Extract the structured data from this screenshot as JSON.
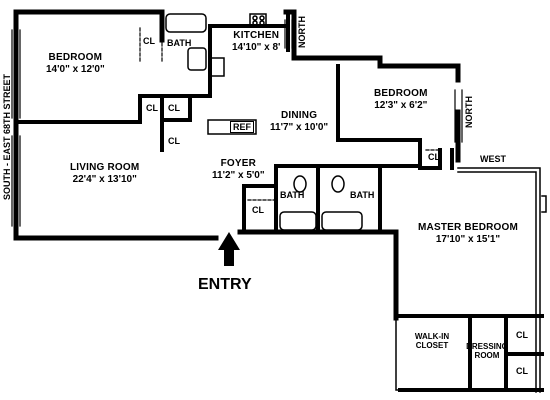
{
  "rooms": {
    "bedroom1": {
      "name": "BEDROOM",
      "dims": "14'0\" x 12'0\""
    },
    "kitchen": {
      "name": "KITCHEN",
      "dims": "14'10\" x 8'"
    },
    "bedroom2": {
      "name": "BEDROOM",
      "dims": "12'3\" x 6'2\""
    },
    "dining": {
      "name": "DINING",
      "dims": "11'7\" x 10'0\""
    },
    "living": {
      "name": "LIVING ROOM",
      "dims": "22'4\" x 13'10\""
    },
    "foyer": {
      "name": "FOYER",
      "dims": "11'2\" x 5'0\""
    },
    "master": {
      "name": "MASTER BEDROOM",
      "dims": "17'10\" x 15'1\""
    },
    "walkin": {
      "name": "WALK-IN CLOSET"
    },
    "dressing": {
      "name": "DRESSING ROOM"
    }
  },
  "labels": {
    "cl": "CL",
    "bath": "BATH",
    "ref": "REF",
    "entry": "ENTRY"
  },
  "compass": {
    "north": "NORTH",
    "west": "WEST"
  },
  "street": "SOUTH - EAST 68TH STREET"
}
